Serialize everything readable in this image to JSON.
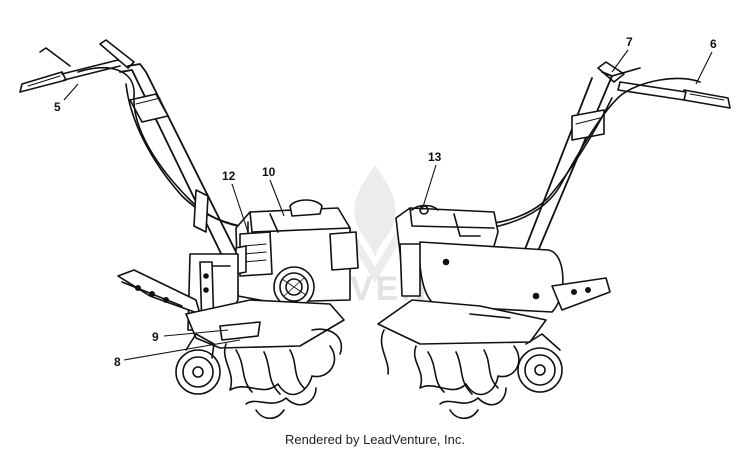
{
  "diagram": {
    "callouts": {
      "c5": "5",
      "c6": "6",
      "c7": "7",
      "c8": "8",
      "c9": "9",
      "c10": "10",
      "c12": "12",
      "c13": "13"
    }
  },
  "watermark": {
    "text": "VENTURE"
  },
  "footer": {
    "rendered_by": "Rendered by LeadVenture, Inc."
  },
  "colors": {
    "line": "#111111",
    "watermark": "#e3e3e3",
    "background": "#ffffff"
  }
}
